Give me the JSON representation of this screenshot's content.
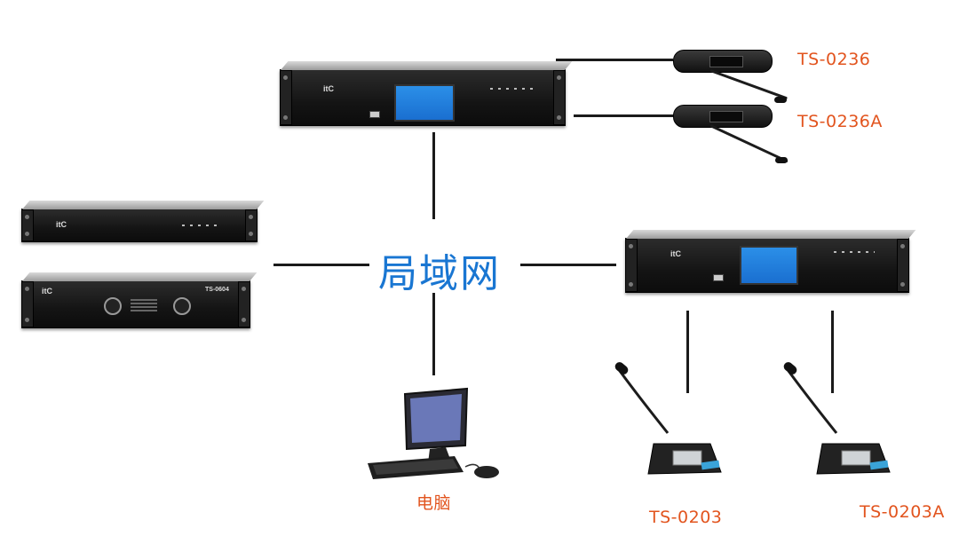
{
  "labels": {
    "lan": "局域网",
    "computer": "电脑",
    "ts0236": "TS-0236",
    "ts0236a": "TS-0236A",
    "ts0203": "TS-0203",
    "ts0203a": "TS-0203A"
  },
  "devices": {
    "main_host_logo": "itC",
    "second_host_logo": "itC",
    "amp_logo": "itC",
    "processor_logo": "itC",
    "amp_model": "TS-0604"
  },
  "colors": {
    "label_text": "#e2541e",
    "lan_text": "#1976d2",
    "lines": "#1a1a1a",
    "screen": "#1a6fd0"
  }
}
